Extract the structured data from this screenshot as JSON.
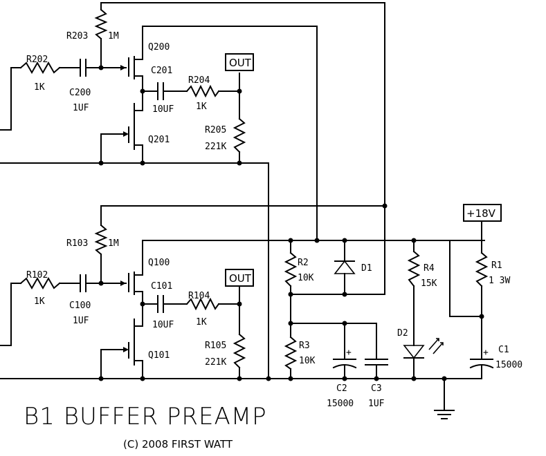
{
  "title": "B1 BUFFER PREAMP",
  "copyright": "(C) 2008 FIRST WATT",
  "components": {
    "R203": {
      "ref": "R203",
      "value": "1M"
    },
    "R202": {
      "ref": "R202",
      "value": "1K"
    },
    "C200": {
      "ref": "C200",
      "value": "1UF"
    },
    "Q200": {
      "ref": "Q200"
    },
    "C201": {
      "ref": "C201",
      "value": "10UF"
    },
    "R204": {
      "ref": "R204",
      "value": "1K"
    },
    "R205": {
      "ref": "R205",
      "value": "221K"
    },
    "Q201": {
      "ref": "Q201"
    },
    "R103": {
      "ref": "R103",
      "value": "1M"
    },
    "R102": {
      "ref": "R102",
      "value": "1K"
    },
    "C100": {
      "ref": "C100",
      "value": "1UF"
    },
    "Q100": {
      "ref": "Q100"
    },
    "C101": {
      "ref": "C101",
      "value": "10UF"
    },
    "R104": {
      "ref": "R104",
      "value": "1K"
    },
    "R105": {
      "ref": "R105",
      "value": "221K"
    },
    "Q101": {
      "ref": "Q101"
    },
    "R2": {
      "ref": "R2",
      "value": "10K"
    },
    "D1": {
      "ref": "D1"
    },
    "R3": {
      "ref": "R3",
      "value": "10K"
    },
    "C2": {
      "ref": "C2",
      "value": "15000"
    },
    "C3": {
      "ref": "C3",
      "value": "1UF"
    },
    "R4": {
      "ref": "R4",
      "value": "15K"
    },
    "D2": {
      "ref": "D2"
    },
    "R1": {
      "ref": "R1",
      "value": "1 3W"
    },
    "C1": {
      "ref": "C1",
      "value": "15000"
    }
  },
  "ports": {
    "out_top": "OUT",
    "out_bottom": "OUT",
    "supply": "+18V"
  },
  "polarity_mark": "+"
}
